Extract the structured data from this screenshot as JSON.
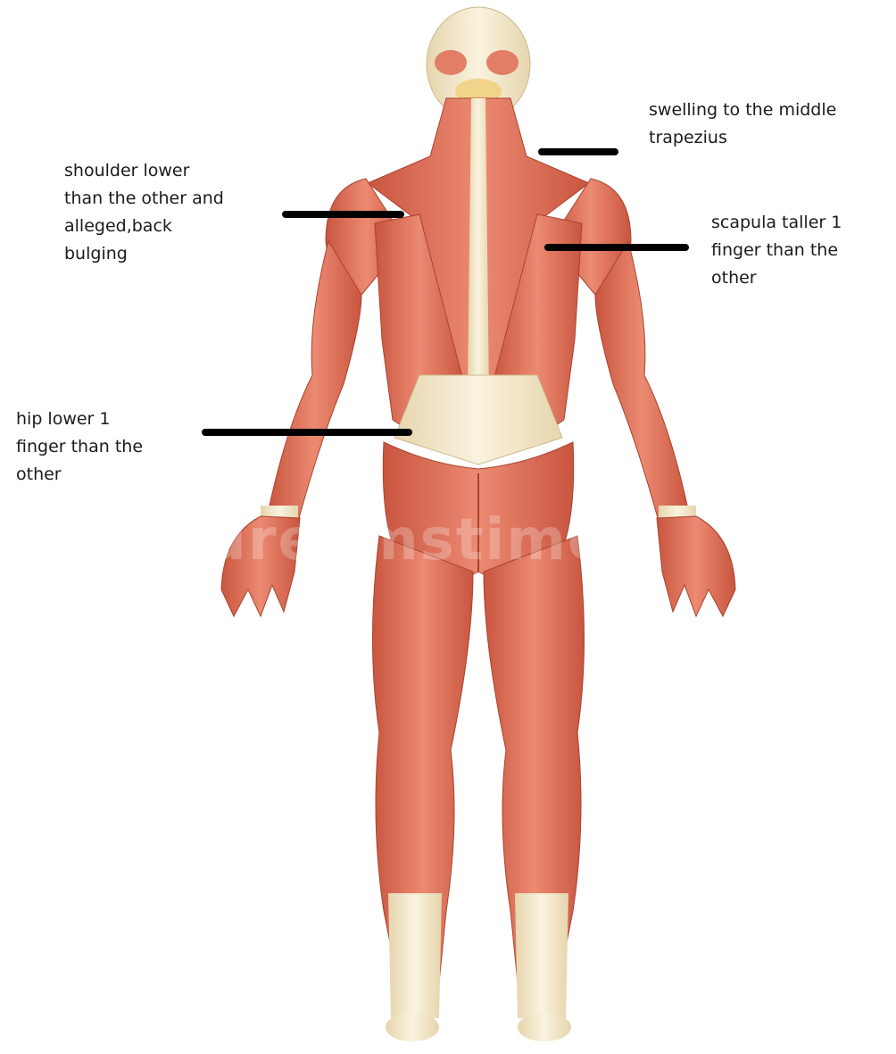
{
  "annotations": {
    "trapezius": {
      "lines": [
        "swelling to the middle",
        "trapezius"
      ]
    },
    "shoulder": {
      "lines": [
        "shoulder lower",
        "than the other and",
        "alleged,back",
        "bulging"
      ]
    },
    "scapula": {
      "lines": [
        "scapula taller 1",
        "finger than the",
        "other"
      ]
    },
    "hip": {
      "lines": [
        "hip lower 1",
        "finger than the",
        "other"
      ]
    }
  },
  "colors": {
    "muscle": "#e0705a",
    "muscle_dark": "#b84a37",
    "tendon": "#efe3c4",
    "pointer": "#000000"
  }
}
